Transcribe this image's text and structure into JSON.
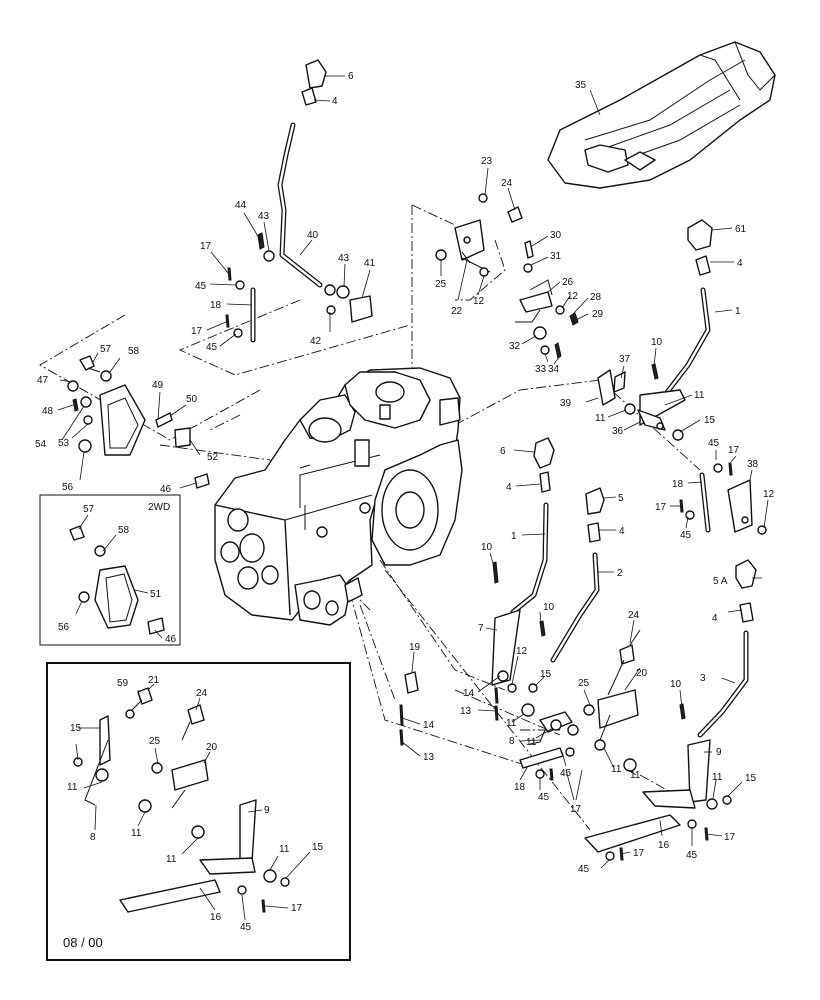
{
  "labels": {
    "p6a": "6",
    "p4a": "4",
    "p44": "44",
    "p43a": "43",
    "p40": "40",
    "p43b": "43",
    "p41": "41",
    "p17a": "17",
    "p45a": "45",
    "p18a": "18",
    "p17b": "17",
    "p45b": "45",
    "p42": "42",
    "p23": "23",
    "p24a": "24",
    "p30": "30",
    "p31": "31",
    "p25a": "25",
    "p22": "22",
    "p12a": "12",
    "p26": "26",
    "p12b": "12",
    "p28": "28",
    "p29": "29",
    "p32": "32",
    "p33": "33",
    "p34": "34",
    "p35": "35",
    "p61": "61",
    "p4b": "4",
    "p1a": "1",
    "p10a": "10",
    "p37": "37",
    "p39": "39",
    "p11a": "11",
    "p36": "36",
    "p11b": "11",
    "p15a": "15",
    "p45c": "45",
    "p17c": "17",
    "p38": "38",
    "p18b": "18",
    "p17d": "17",
    "p12c": "12",
    "p45d": "45",
    "p57a": "57",
    "p58a": "58",
    "p47": "47",
    "p48": "48",
    "p49": "49",
    "p50": "50",
    "p54": "54",
    "p53": "53",
    "p52": "52",
    "p56a": "56",
    "p46a": "46",
    "label_2wd": "2WD",
    "p57b": "57",
    "p58b": "58",
    "p51": "51",
    "p56b": "56",
    "p46b": "46",
    "p6b": "6",
    "p4c": "4",
    "p1b": "1",
    "p10b": "10",
    "p5": "5",
    "p4d": "4",
    "p2": "2",
    "p7": "7",
    "p10c": "10",
    "p12d": "12",
    "p14a": "14",
    "p15b": "15",
    "p13a": "13",
    "p11c": "11",
    "p19": "19",
    "p14b": "14",
    "p13b": "13",
    "p24b": "24",
    "p20a": "20",
    "p25b": "25",
    "p8a": "8",
    "p11d": "11",
    "p11e": "11",
    "p18c": "18",
    "p45e": "45",
    "p45f": "45",
    "p17e": "17",
    "p5a": "5 A",
    "p4e": "4",
    "p3": "3",
    "p10d": "10",
    "p9a": "9",
    "p11f": "11",
    "p15c": "15",
    "p11g": "11",
    "p16a": "16",
    "p45g": "45",
    "p17f": "17",
    "p45h": "45",
    "p17g": "17",
    "i59": "59",
    "i21": "21",
    "i24": "24",
    "i15a": "15",
    "i25": "25",
    "i20": "20",
    "i11a": "11",
    "i8": "8",
    "i11b": "11",
    "i9": "9",
    "i11c": "11",
    "i11d": "11",
    "i15b": "15",
    "i16": "16",
    "i45": "45",
    "i17": "17",
    "date_code": "08 / 00"
  },
  "colors": {
    "line": "#111111",
    "background": "#ffffff"
  }
}
